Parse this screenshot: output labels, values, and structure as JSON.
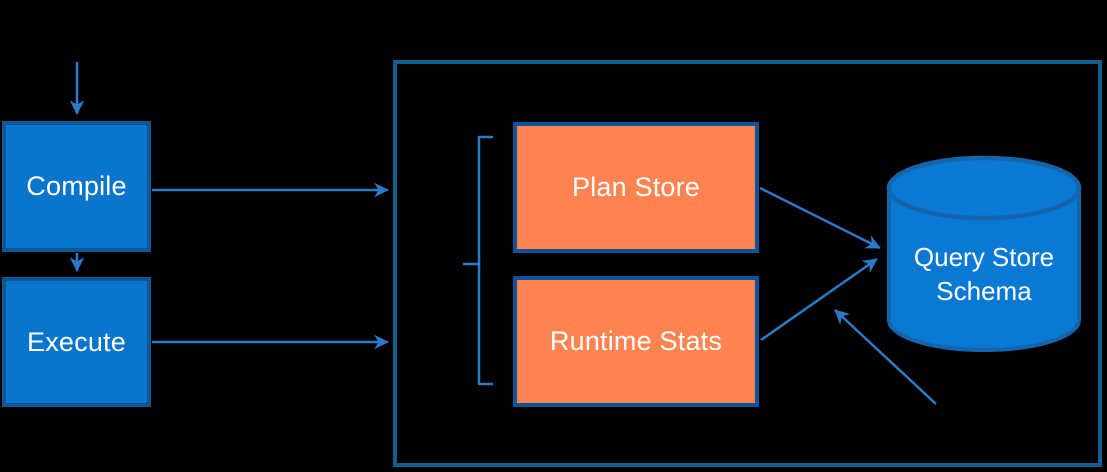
{
  "diagram": {
    "type": "flow-diagram",
    "description": "Query processing flow into a query store container with plan and runtime statistics stores persisted to a schema database",
    "background_color": "#000000",
    "nodes": {
      "compile": {
        "label": "Compile",
        "shape": "rectangle",
        "fill": "#0a75cd",
        "border": "#0d5796",
        "text_color": "#ffffff"
      },
      "execute": {
        "label": "Execute",
        "shape": "rectangle",
        "fill": "#0a75cd",
        "border": "#0d5796",
        "text_color": "#ffffff"
      },
      "plan_store": {
        "label": "Plan Store",
        "shape": "rectangle",
        "fill": "#ff8351",
        "border": "#0f5499",
        "text_color": "#ffffff"
      },
      "runtime_stats": {
        "label": "Runtime Stats",
        "shape": "rectangle",
        "fill": "#ff8351",
        "border": "#0f5499",
        "text_color": "#ffffff"
      },
      "query_store_schema": {
        "label": "Query Store Schema",
        "shape": "cylinder",
        "fill": "#0a79d3",
        "border": "#1465ab",
        "text_color": "#ffffff"
      },
      "container": {
        "label": "",
        "shape": "rectangle-outline",
        "border": "#155d8e"
      }
    },
    "colors": {
      "connector_blue": "#2b7bc7",
      "bracket_blue": "#2b7bc7"
    },
    "edges": [
      {
        "from": "top-of-page",
        "to": "compile",
        "style": "arrow"
      },
      {
        "from": "compile",
        "to": "execute",
        "style": "arrow"
      },
      {
        "from": "compile",
        "to": "container",
        "style": "arrow"
      },
      {
        "from": "execute",
        "to": "container",
        "style": "arrow"
      },
      {
        "from": "plan_store",
        "to": "query_store_schema",
        "style": "arrow"
      },
      {
        "from": "runtime_stats",
        "to": "query_store_schema",
        "style": "arrow"
      },
      {
        "from": "bottom-right-of-container",
        "to": "query_store_schema",
        "style": "arrow"
      },
      {
        "from": "bracket",
        "to": "plan_store-and-runtime_stats",
        "style": "grouping-bracket"
      }
    ]
  }
}
